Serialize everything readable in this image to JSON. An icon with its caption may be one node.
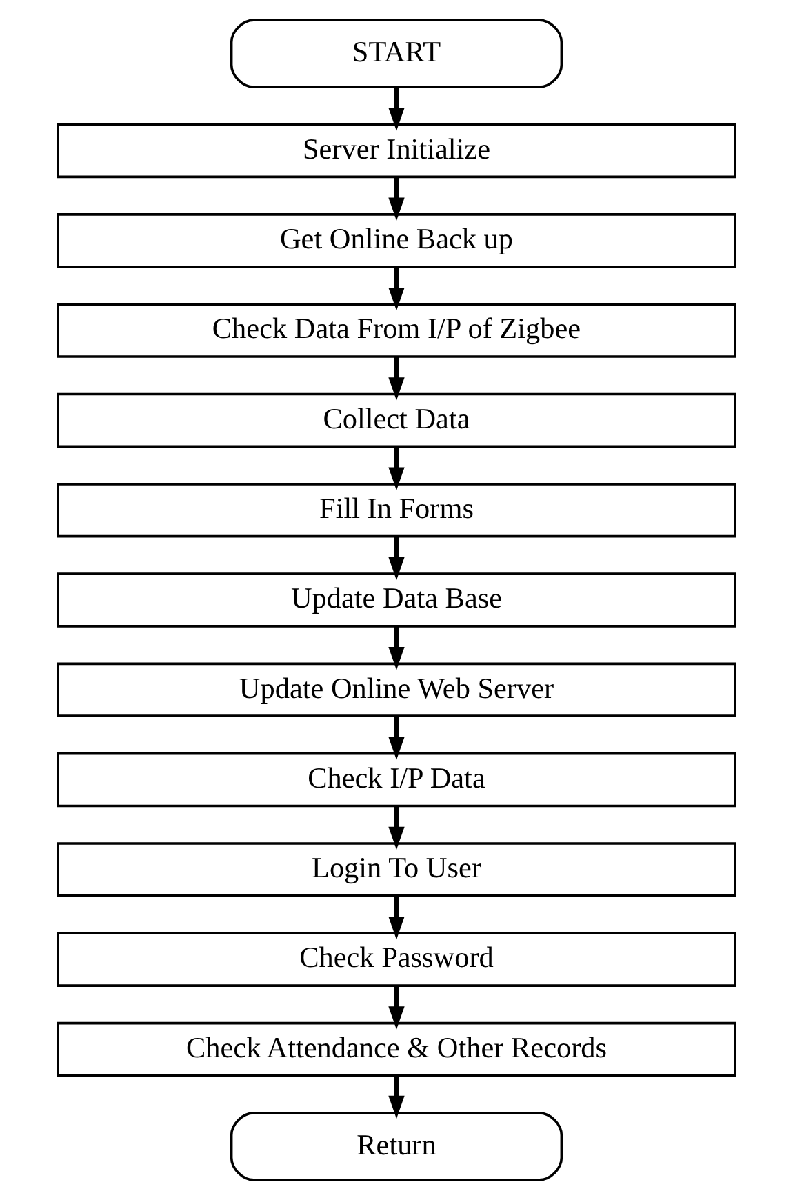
{
  "diagram": {
    "nodes": [
      {
        "text": [
          "START"
        ]
      },
      {
        "text": [
          "Server Initialize"
        ]
      },
      {
        "text": [
          "Get Online Back up"
        ]
      },
      {
        "text": [
          "Check Data From I/P of Zigbee"
        ]
      },
      {
        "text": [
          "Collect Data"
        ]
      },
      {
        "text": [
          "Fill In Forms"
        ]
      },
      {
        "text": [
          "Update Data Base"
        ]
      },
      {
        "text": [
          "Update Online Web Server"
        ]
      },
      {
        "text": [
          "Check I/P Data"
        ]
      },
      {
        "text": [
          "Login To User"
        ]
      },
      {
        "text": [
          "Check Password"
        ]
      },
      {
        "text": [
          "Check Attendance & Other Records"
        ]
      },
      {
        "text": [
          "Return"
        ]
      }
    ],
    "edges": [
      {
        "from": 0,
        "to": 1,
        "arrow": "to"
      },
      {
        "from": 1,
        "to": 2,
        "arrow": "to"
      },
      {
        "from": 2,
        "to": 3,
        "arrow": "to"
      },
      {
        "from": 3,
        "to": 4,
        "arrow": "to"
      },
      {
        "from": 4,
        "to": 5,
        "arrow": "to"
      },
      {
        "from": 5,
        "to": 6,
        "arrow": "to"
      },
      {
        "from": 6,
        "to": 7,
        "arrow": "to"
      },
      {
        "from": 7,
        "to": 8,
        "arrow": "to"
      },
      {
        "from": 8,
        "to": 9,
        "arrow": "to"
      },
      {
        "from": 9,
        "to": 10,
        "arrow": "to"
      },
      {
        "from": 10,
        "to": 11,
        "arrow": "to"
      },
      {
        "from": 11,
        "to": 12,
        "arrow": "to"
      }
    ]
  }
}
